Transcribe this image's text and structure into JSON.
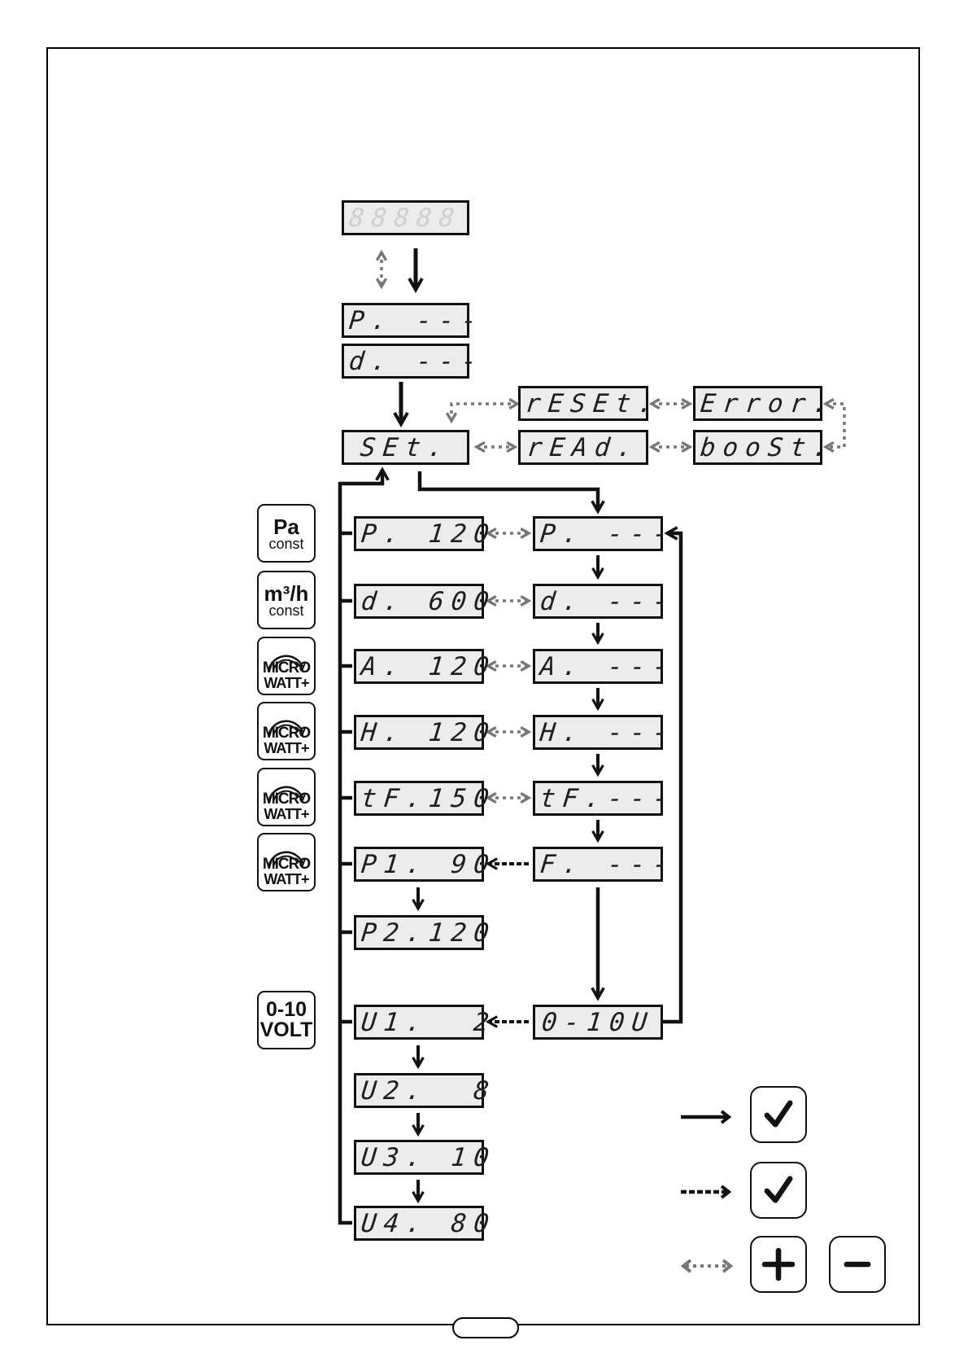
{
  "displays": {
    "top": "88888",
    "p_dash": "P. ---",
    "d_dash": "d. ---",
    "set": "SEt.",
    "reset": "rESEt.",
    "read": "rEAd.",
    "error": "Error.",
    "boost": "booSt.",
    "left": [
      {
        "text": "P. 120"
      },
      {
        "text": "d. 600"
      },
      {
        "text": "A. 120"
      },
      {
        "text": "H. 120"
      },
      {
        "text": "tF.150"
      },
      {
        "text": "P1. 90"
      },
      {
        "text": "P2.120"
      },
      {
        "text": "U1.  2"
      },
      {
        "text": "U2.  8"
      },
      {
        "text": "U3. 10"
      },
      {
        "text": "U4. 80"
      }
    ],
    "right": [
      {
        "text": "P. ---"
      },
      {
        "text": "d. ---"
      },
      {
        "text": "A. ---"
      },
      {
        "text": "H. ---"
      },
      {
        "text": "tF.---"
      },
      {
        "text": "F. ---"
      },
      {
        "text": "0-10U"
      }
    ]
  },
  "modes": {
    "pa": {
      "line1": "Pa",
      "line2": "const"
    },
    "m3h": {
      "line1": "m³/h",
      "line2": "const"
    },
    "micro": {
      "line1": "MICRO",
      "line2": "WATT+"
    },
    "volt": {
      "line1": "0-10",
      "line2": "VOLT"
    }
  },
  "legend": {
    "solid": "✓",
    "dashed": "✓",
    "plus": "+",
    "minus": "−"
  },
  "colors": {
    "line": "#111111",
    "dotted": "#777777",
    "display_bg": "#ececec"
  }
}
